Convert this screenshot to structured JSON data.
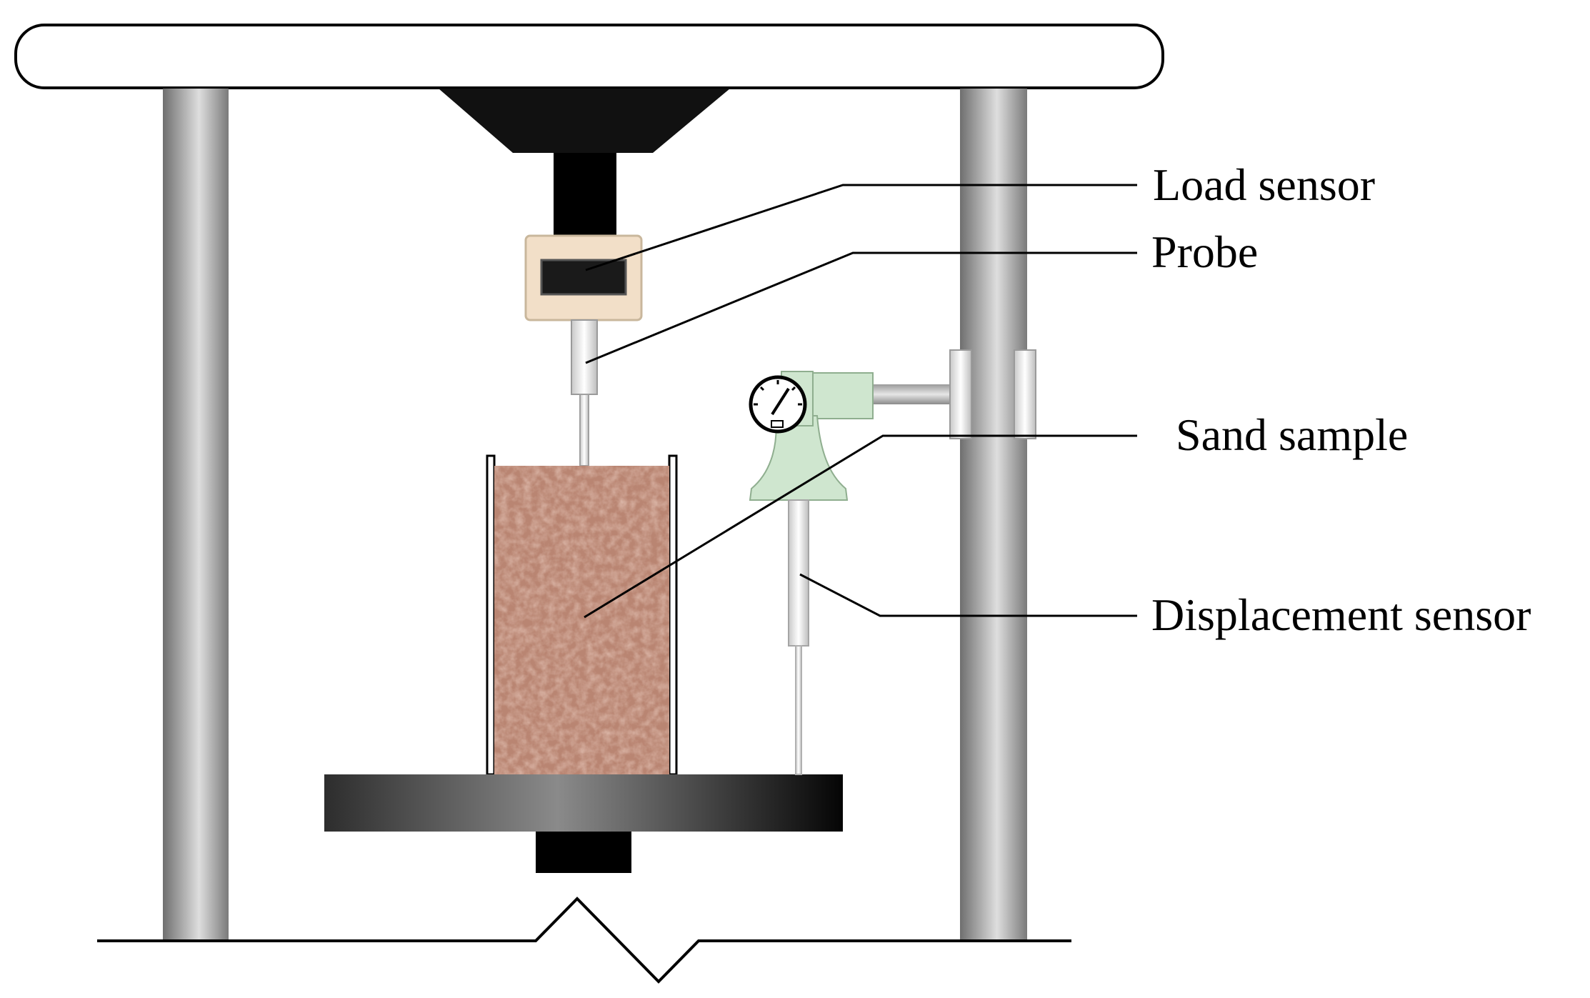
{
  "labels": {
    "load_sensor": "Load sensor",
    "probe": "Probe",
    "sand_sample": "Sand sample",
    "displacement_sensor": "Displacement sensor"
  },
  "colors": {
    "column_light": "#d9d9d9",
    "column_dark": "#6e6e6e",
    "sensor_body": "#f2dfc8",
    "gauge_green": "#cfe6cf",
    "sand": "#b98572",
    "black": "#000000"
  }
}
